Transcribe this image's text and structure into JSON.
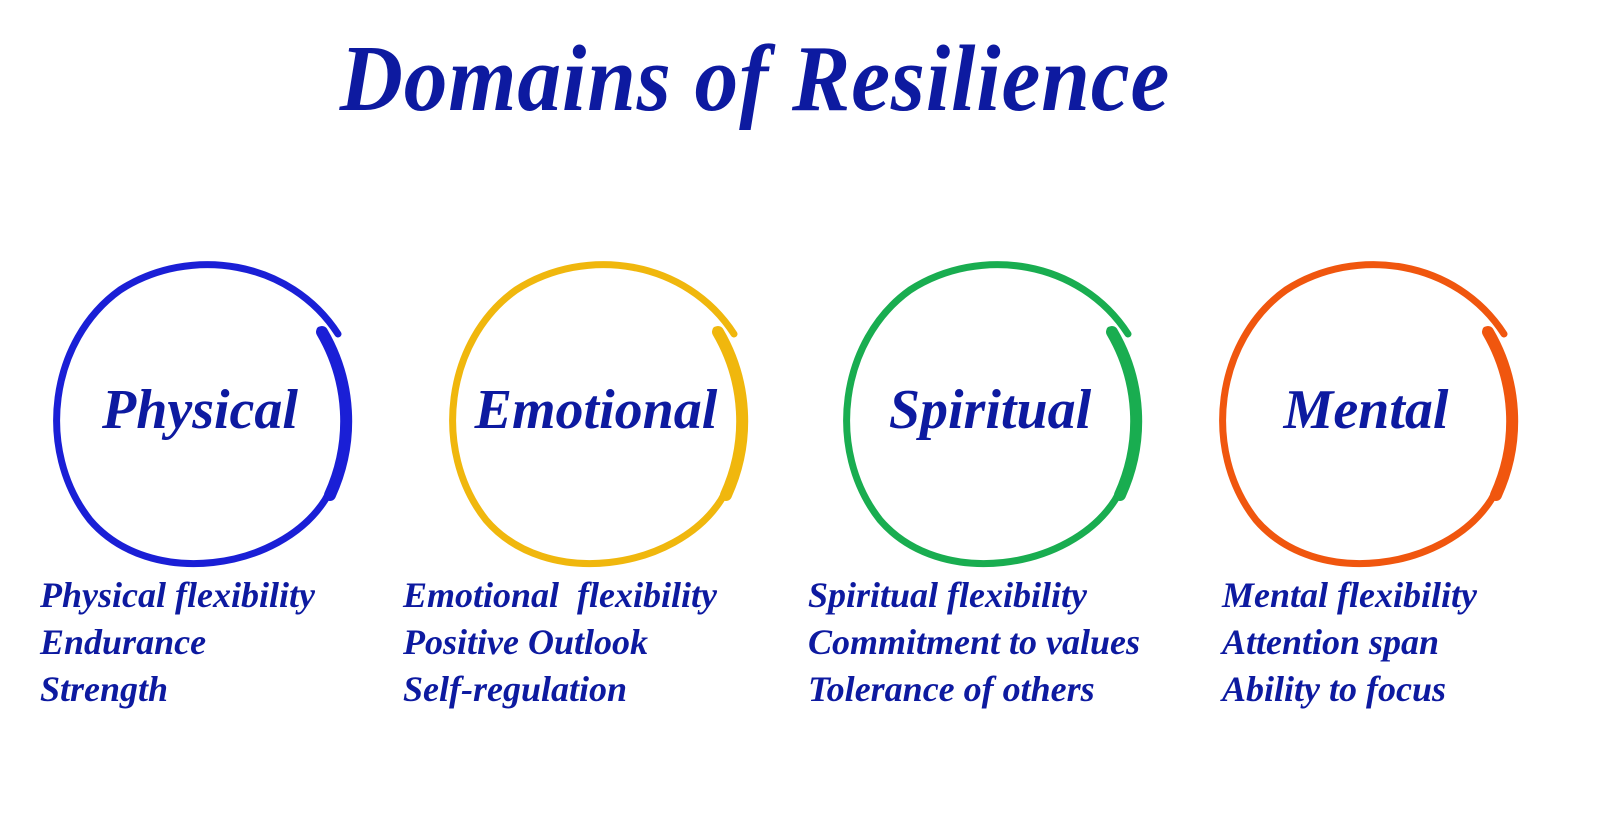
{
  "title": "Domains of Resilience",
  "colors": {
    "text": "#0d1aa0",
    "background": "#ffffff"
  },
  "domains": [
    {
      "name": "Physical",
      "ring_color": "#1a1fd6",
      "attributes": [
        "Physical flexibility",
        "Endurance",
        "Strength"
      ]
    },
    {
      "name": "Emotional",
      "ring_color": "#f0b70d",
      "attributes": [
        "Emotional  flexibility",
        "Positive Outlook",
        "Self-regulation"
      ]
    },
    {
      "name": "Spiritual",
      "ring_color": "#19ad50",
      "attributes": [
        "Spiritual flexibility",
        "Commitment to values",
        "Tolerance of others"
      ]
    },
    {
      "name": "Mental",
      "ring_color": "#f0560e",
      "attributes": [
        "Mental flexibility",
        "Attention span",
        "Ability to focus"
      ]
    }
  ]
}
